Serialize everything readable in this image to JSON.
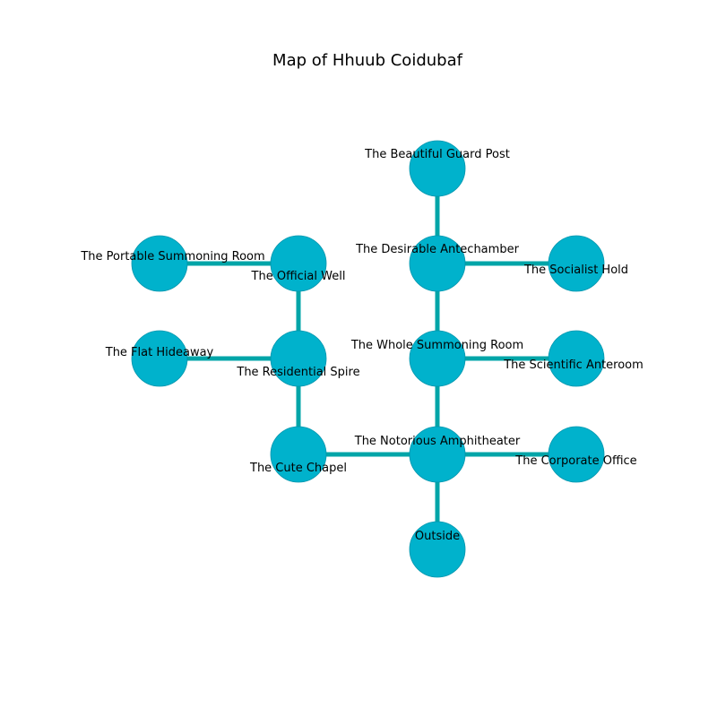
{
  "title": "Map of Hhuub Coidubaf",
  "colors": {
    "node_fill": "#00b2cc",
    "node_stroke": "#0095ad",
    "edge": "#00a5a8",
    "background": "#ffffff",
    "text": "#000000"
  },
  "rooms": [
    {
      "id": "beautiful_guard_post",
      "label": "The Beautiful Guard Post"
    },
    {
      "id": "desirable_antechamber",
      "label": "The Desirable Antechamber"
    },
    {
      "id": "socialist_hold",
      "label": "The Socialist Hold"
    },
    {
      "id": "portable_summoning_room",
      "label": "The Portable Summoning Room"
    },
    {
      "id": "official_well",
      "label": "The Official Well"
    },
    {
      "id": "flat_hideaway",
      "label": "The Flat Hideaway"
    },
    {
      "id": "residential_spire",
      "label": "The Residential Spire"
    },
    {
      "id": "whole_summoning_room",
      "label": "The Whole Summoning Room"
    },
    {
      "id": "scientific_anteroom",
      "label": "The Scientific Anteroom"
    },
    {
      "id": "cute_chapel",
      "label": "The Cute Chapel"
    },
    {
      "id": "notorious_amphitheater",
      "label": "The Notorious Amphitheater"
    },
    {
      "id": "corporate_office",
      "label": "The Corporate Office"
    },
    {
      "id": "outside",
      "label": "Outside"
    }
  ],
  "connections": [
    [
      "beautiful_guard_post",
      "desirable_antechamber"
    ],
    [
      "desirable_antechamber",
      "socialist_hold"
    ],
    [
      "desirable_antechamber",
      "whole_summoning_room"
    ],
    [
      "portable_summoning_room",
      "official_well"
    ],
    [
      "official_well",
      "residential_spire"
    ],
    [
      "flat_hideaway",
      "residential_spire"
    ],
    [
      "residential_spire",
      "cute_chapel"
    ],
    [
      "whole_summoning_room",
      "scientific_anteroom"
    ],
    [
      "whole_summoning_room",
      "notorious_amphitheater"
    ],
    [
      "cute_chapel",
      "notorious_amphitheater"
    ],
    [
      "notorious_amphitheater",
      "corporate_office"
    ],
    [
      "notorious_amphitheater",
      "outside"
    ]
  ]
}
